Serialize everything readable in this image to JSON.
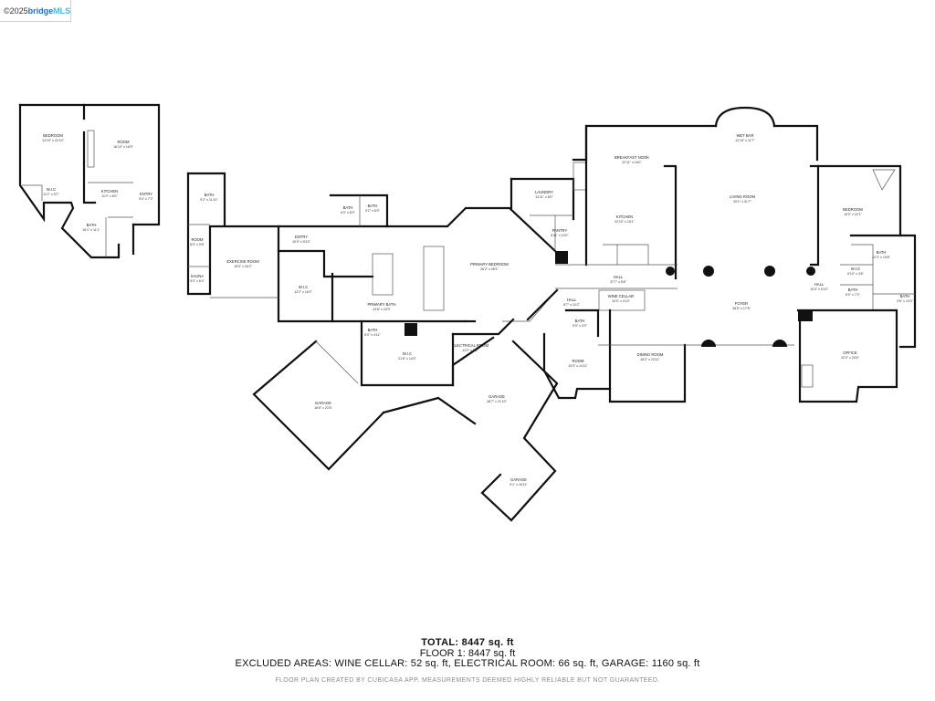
{
  "badge": {
    "prefix": "©2025 ",
    "brand_a": "bridge",
    "brand_b": "MLS"
  },
  "summary": {
    "total": "TOTAL: 8447 sq. ft",
    "floor": "FLOOR 1: 8447 sq. ft",
    "excluded": "EXCLUDED AREAS: WINE CELLAR: 52 sq. ft, ELECTRICAL ROOM: 66 sq. ft, GARAGE: 1160 sq. ft",
    "disclaimer": "FLOOR PLAN CREATED BY CUBICASA APP. MEASUREMENTS DEEMED HIGHLY RELIABLE BUT NOT GUARANTEED."
  },
  "rooms": [
    {
      "name": "BEDROOM",
      "dims": "14'10\" x 22'10\""
    },
    {
      "name": "ROOM",
      "dims": "16'10\" x 16'9\""
    },
    {
      "name": "W.I.C",
      "dims": "11'2\" x 5'7\""
    },
    {
      "name": "KITCHEN",
      "dims": "11'0\" x 6'0\""
    },
    {
      "name": "ENTRY",
      "dims": "5'4\" x 7'2\""
    },
    {
      "name": "BATH",
      "dims": "16'1\" x 11'1\""
    },
    {
      "name": "BATH",
      "dims": "9'2\" x 11'10\""
    },
    {
      "name": "ROOM",
      "dims": "8'0\" x 9'6\""
    },
    {
      "name": "SAUNA",
      "dims": "5'0\" x 6'4\""
    },
    {
      "name": "EXERCISE ROOM",
      "dims": "16'0\" x 16'2\""
    },
    {
      "name": "ENTRY",
      "dims": "10'0\" x 5'10\""
    },
    {
      "name": "BATH",
      "dims": "6'0\" x 6'0\""
    },
    {
      "name": "BATH",
      "dims": "5'2\" x 6'0\""
    },
    {
      "name": "W.I.C",
      "dims": "12'2\" x 16'0\""
    },
    {
      "name": "PRIMARY BATH",
      "dims": "23'8\" x 10'0\""
    },
    {
      "name": "PRIMARY BEDROOM",
      "dims": "26'2\" x 28'1\""
    },
    {
      "name": "BATH",
      "dims": "6'0\" x 4'11\""
    },
    {
      "name": "W.I.C",
      "dims": "21'8\" x 14'0\""
    },
    {
      "name": "ELECTRICAL ROOM",
      "dims": "11'0\" x 5'6\""
    },
    {
      "name": "GARAGE",
      "dims": "16'8\" x 23'6\""
    },
    {
      "name": "GARAGE",
      "dims": "38'7\" x 21'10\""
    },
    {
      "name": "GARAGE",
      "dims": "9'1\" x 16'11\""
    },
    {
      "name": "LAUNDRY",
      "dims": "13'11\" x 8'0\""
    },
    {
      "name": "PANTRY",
      "dims": "8'11\" x 10'0\""
    },
    {
      "name": "BREAKFAST NOOK",
      "dims": "22'11\" x 16'0\""
    },
    {
      "name": "KITCHEN",
      "dims": "22'10\" x 15'1\""
    },
    {
      "name": "HALL",
      "dims": "37'7\" x 5'8\""
    },
    {
      "name": "HALL",
      "dims": "8'7\" x 10'2\""
    },
    {
      "name": "WINE CELLAR",
      "dims": "10'0\" x 4'10\""
    },
    {
      "name": "BATH",
      "dims": "5'0\" x 3'0\""
    },
    {
      "name": "ROOM",
      "dims": "15'3\" x 14'11\""
    },
    {
      "name": "DINING ROOM",
      "dims": "18'2\" x 23'11\""
    },
    {
      "name": "WET BAR",
      "dims": "12'10\" x 11'7\""
    },
    {
      "name": "LIVING ROOM",
      "dims": "30'1\" x 31'7\""
    },
    {
      "name": "FOYER",
      "dims": "28'6\" x 17'8\""
    },
    {
      "name": "BEDROOM",
      "dims": "15'0\" x 22'1\""
    },
    {
      "name": "BATH",
      "dims": "12'3\" x 15'8\""
    },
    {
      "name": "W.I.C",
      "dims": "6'10\" x 3'8\""
    },
    {
      "name": "BATH",
      "dims": "6'0\" x 7'2\""
    },
    {
      "name": "HALL",
      "dims": "10'0\" x 5'10\""
    },
    {
      "name": "BATH",
      "dims": "3'6\" x 4'10\""
    },
    {
      "name": "OFFICE",
      "dims": "22'4\" x 20'6\""
    }
  ]
}
